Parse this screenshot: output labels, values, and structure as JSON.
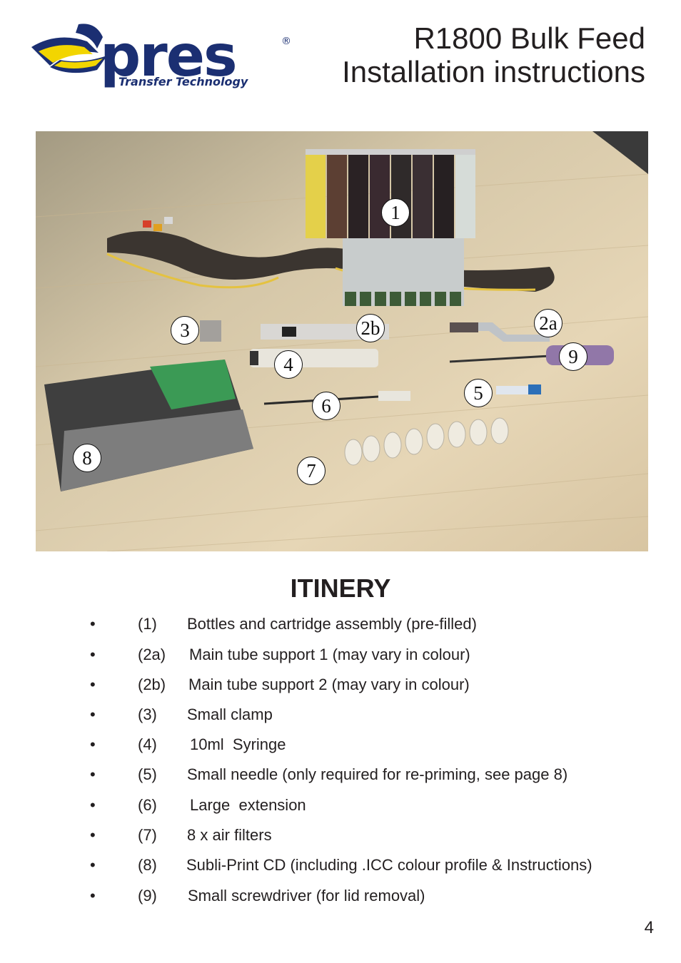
{
  "brand": {
    "name": "xpres",
    "registered": "®",
    "tagline": "Transfer Technology",
    "colors": {
      "navy": "#1b2f72",
      "yellow": "#f2d500"
    }
  },
  "header": {
    "title_line1": "R1800 Bulk Feed",
    "title_line2": "Installation instructions"
  },
  "photo": {
    "callouts": [
      "1",
      "2a",
      "2b",
      "3",
      "4",
      "5",
      "6",
      "7",
      "8",
      "9"
    ]
  },
  "itinerary": {
    "heading": "ITINERY",
    "items": [
      {
        "bullet": "•",
        "num": "(1)",
        "desc": "Bottles and cartridge assembly (pre-filled)"
      },
      {
        "bullet": "•",
        "num": "(2a)",
        "desc": "Main tube support 1 (may vary in colour)"
      },
      {
        "bullet": "•",
        "num": "(2b)",
        "desc": "Main tube support 2 (may vary in colour)"
      },
      {
        "bullet": "•",
        "num": "(3)",
        "desc": "Small clamp"
      },
      {
        "bullet": "•",
        "num": "(4)",
        "desc": "10ml  Syringe"
      },
      {
        "bullet": "•",
        "num": "(5)",
        "desc": "Small needle (only required for re-priming, see page 8)"
      },
      {
        "bullet": "•",
        "num": "(6)",
        "desc": "Large  extension"
      },
      {
        "bullet": "•",
        "num": "(7)",
        "desc": "8 x air filters"
      },
      {
        "bullet": "•",
        "num": "(8)",
        "desc": "Subli-Print CD (including .ICC colour profile & Instructions)"
      },
      {
        "bullet": "•",
        "num": "(9)",
        "desc": "Small screwdriver (for lid removal)"
      }
    ]
  },
  "page_number": "4"
}
